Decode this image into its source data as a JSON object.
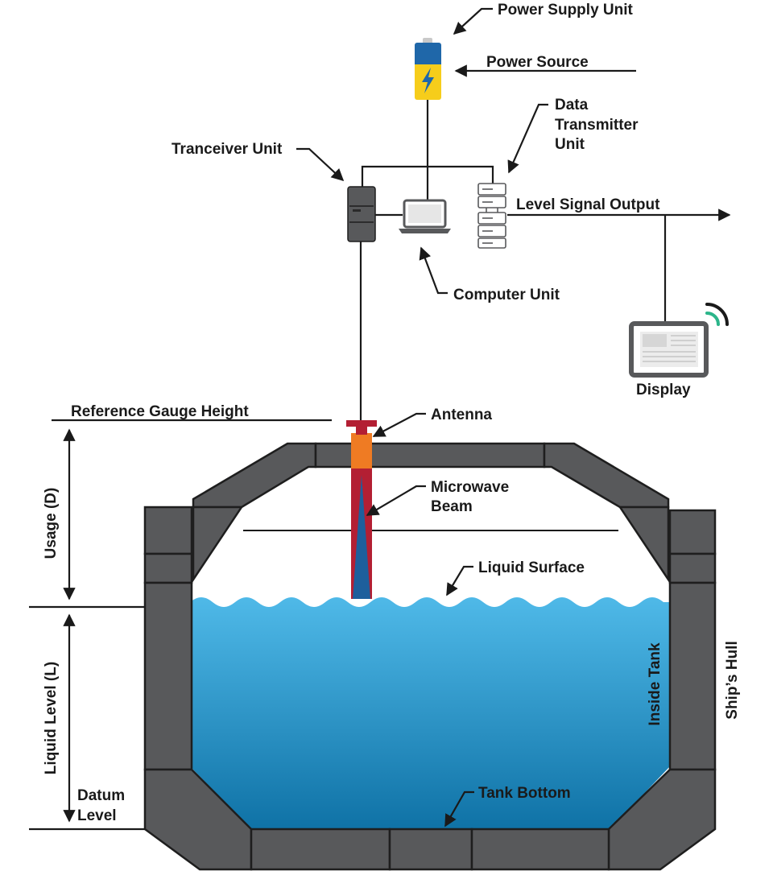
{
  "labels": {
    "power_supply_unit": "Power Supply Unit",
    "power_source": "Power Source",
    "data_transmitter_1": "Data",
    "data_transmitter_2": "Transmitter",
    "data_transmitter_3": "Unit",
    "tranceiver_unit": "Tranceiver Unit",
    "level_signal_output": "Level Signal Output",
    "computer_unit": "Computer Unit",
    "display": "Display",
    "reference_gauge_height": "Reference Gauge Height",
    "antenna": "Antenna",
    "microwave_beam_1": "Microwave",
    "microwave_beam_2": "Beam",
    "liquid_surface": "Liquid Surface",
    "usage": "Usage (D)",
    "liquid_level": "Liquid Level (L)",
    "inside_tank": "Inside Tank",
    "ships_hull": "Ship’s Hull",
    "datum_level_1": "Datum",
    "datum_level_2": "Level",
    "tank_bottom": "Tank Bottom"
  },
  "colors": {
    "hull": "#58595b",
    "outline": "#1e1e1e",
    "liquid_top": "#4db6e6",
    "liquid_bottom": "#0e74a8",
    "battery_top": "#1e66a8",
    "battery_bottom": "#f5cc1a",
    "beam_outer": "#b21f33",
    "beam_inner": "#1e5f9c",
    "antenna_head": "#ee7a22",
    "signal_arc": "#2bb58a"
  },
  "icons": {
    "battery": "battery-icon",
    "transceiver": "transceiver-icon",
    "laptop": "laptop-icon",
    "server": "server-icon",
    "display": "display-tablet-icon",
    "wifi": "wireless-signal-icon"
  }
}
